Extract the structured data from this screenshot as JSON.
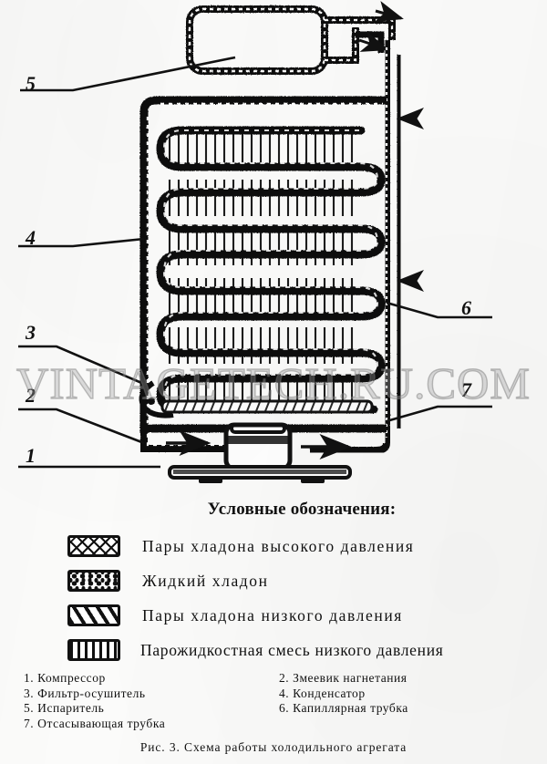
{
  "figure": {
    "caption": "Рис. 3. Схема работы холодильного агрегата",
    "watermark": "VINTAGETECH.RU.COM"
  },
  "callouts": [
    {
      "id": "1",
      "label": "1"
    },
    {
      "id": "2",
      "label": "2"
    },
    {
      "id": "3",
      "label": "3"
    },
    {
      "id": "4",
      "label": "4"
    },
    {
      "id": "5",
      "label": "5"
    },
    {
      "id": "6",
      "label": "6"
    },
    {
      "id": "7",
      "label": "7"
    }
  ],
  "legend": {
    "title": "Условные обозначения:",
    "entries": [
      {
        "pattern": "cross-hatch-swatch",
        "label": "Пары хладона высокого давления"
      },
      {
        "pattern": "stipple-dots-swatch",
        "label": "Жидкий хладон"
      },
      {
        "pattern": "diagonal-hatch-swatch",
        "label": "Пары хладона низкого давления"
      },
      {
        "pattern": "vertical-stripe-swatch",
        "label": "Парожидкостная смесь низкого давления"
      }
    ]
  },
  "parts_list": {
    "left_column": [
      "1. Компрессор",
      "3. Фильтр-осушитель",
      "5. Испаритель",
      "7. Отсасывающая трубка"
    ],
    "right_column": [
      "2. Змеевик нагнетания",
      "4. Конденсатор",
      "6. Капиллярная трубка"
    ]
  },
  "colors": {
    "ink": "#111111",
    "paper": "#fbfbfa"
  }
}
